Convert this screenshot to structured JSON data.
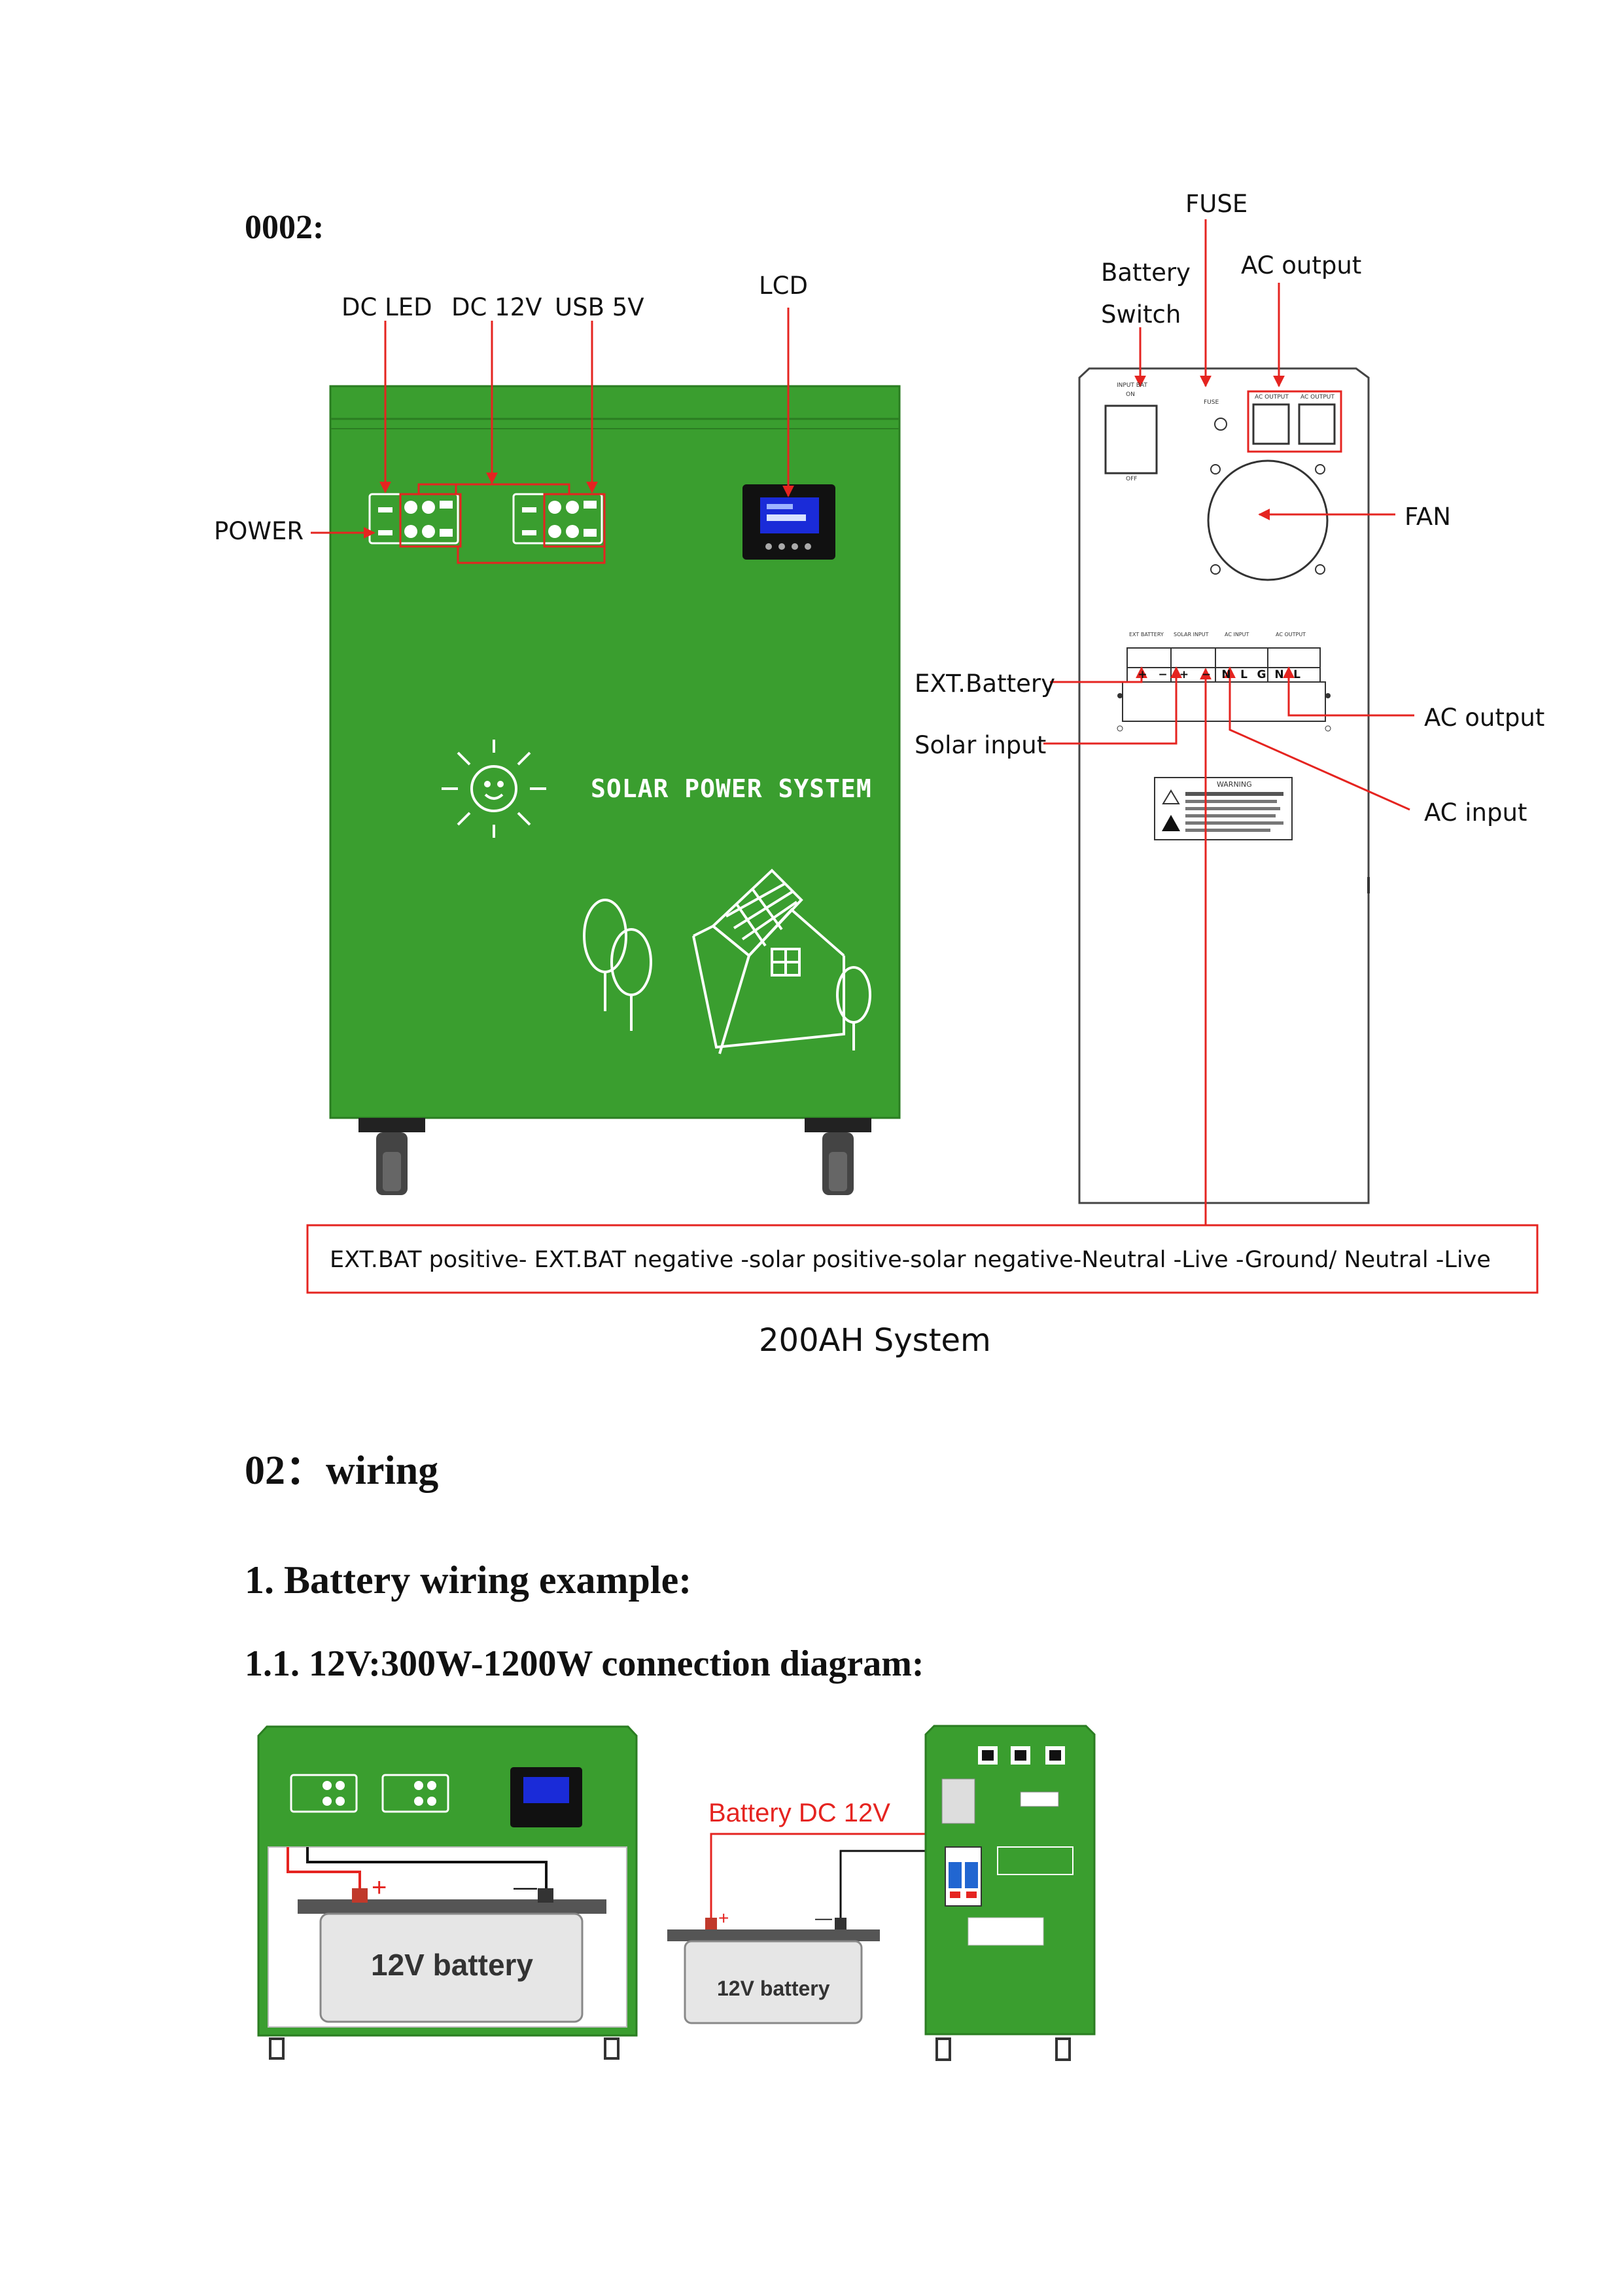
{
  "section_title": "0002:",
  "figure1": {
    "labels": {
      "dc_led": "DC LED",
      "dc_12v": "DC 12V",
      "usb_5v": "USB 5V",
      "lcd": "LCD",
      "power": "POWER",
      "fuse": "FUSE",
      "battery": "Battery",
      "switch": "Switch",
      "ac_output_top": "AC output",
      "fan": "FAN",
      "ext_battery": "EXT.Battery",
      "solar_input": "Solar input",
      "ac_output_side": "AC output",
      "ac_input": "AC input"
    },
    "front_text": "SOLAR POWER SYSTEM",
    "panel_text": {
      "input_bat": "INPUT BAT",
      "on": "ON",
      "off": "OFF",
      "fuse_small": "FUSE",
      "ac_output_1": "AC OUTPUT",
      "ac_output_2": "AC OUTPUT",
      "ext_battery_small": "EXT BATTERY",
      "solar_input_small": "SOLAR INPUT",
      "ac_input_small": "AC INPUT",
      "ac_output_small": "AC OUTPUT",
      "warning": "WARNING"
    },
    "terminals": [
      "+",
      "−",
      "+",
      "−",
      "N",
      "L",
      "G",
      "N",
      "L"
    ],
    "wiring_note": "EXT.BAT positive- EXT.BAT negative -solar positive-solar negative-Neutral -Live -Ground/ Neutral -Live",
    "caption": "200AH System"
  },
  "heading_02": "02：wiring",
  "heading_1": "1. Battery wiring example:",
  "heading_11": "1.1. 12V:300W-1200W connection diagram:",
  "figure2": {
    "battery_label_1": "12V battery",
    "battery_label_2": "12V battery",
    "battery_dc": "Battery DC 12V",
    "plus": "+",
    "minus": "—"
  },
  "colors": {
    "green": "#3a9e2f",
    "red": "#e52420",
    "black": "#111111"
  }
}
